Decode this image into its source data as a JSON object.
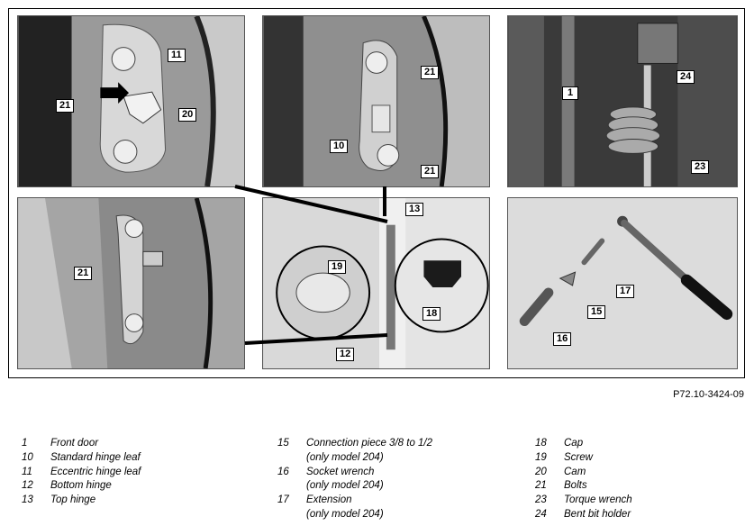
{
  "figure_id": "P72.10-3424-09",
  "callouts": {
    "p1": [
      "11",
      "21",
      "20"
    ],
    "p2": [
      "21",
      "10",
      "21"
    ],
    "p3": [
      "1",
      "24",
      "23"
    ],
    "p4": [
      "21"
    ],
    "p5": [
      "13",
      "19",
      "18",
      "12"
    ],
    "p6": [
      "17",
      "15",
      "16"
    ]
  },
  "legend": {
    "col1": [
      {
        "num": "1",
        "text": "Front door"
      },
      {
        "num": "10",
        "text": "Standard hinge leaf"
      },
      {
        "num": "11",
        "text": "Eccentric hinge leaf"
      },
      {
        "num": "12",
        "text": "Bottom hinge"
      },
      {
        "num": "13",
        "text": "Top hinge"
      }
    ],
    "col2": [
      {
        "num": "15",
        "text": "Connection piece 3/8 to 1/2"
      },
      {
        "num": "",
        "text": "(only model 204)"
      },
      {
        "num": "16",
        "text": "Socket wrench"
      },
      {
        "num": "",
        "text": "(only model 204)"
      },
      {
        "num": "17",
        "text": "Extension"
      },
      {
        "num": "",
        "text": "(only model 204)"
      }
    ],
    "col3": [
      {
        "num": "18",
        "text": "Cap"
      },
      {
        "num": "19",
        "text": "Screw"
      },
      {
        "num": "20",
        "text": "Cam"
      },
      {
        "num": "21",
        "text": "Bolts"
      },
      {
        "num": "23",
        "text": "Torque wrench"
      },
      {
        "num": "24",
        "text": "Bent bit holder"
      }
    ]
  }
}
